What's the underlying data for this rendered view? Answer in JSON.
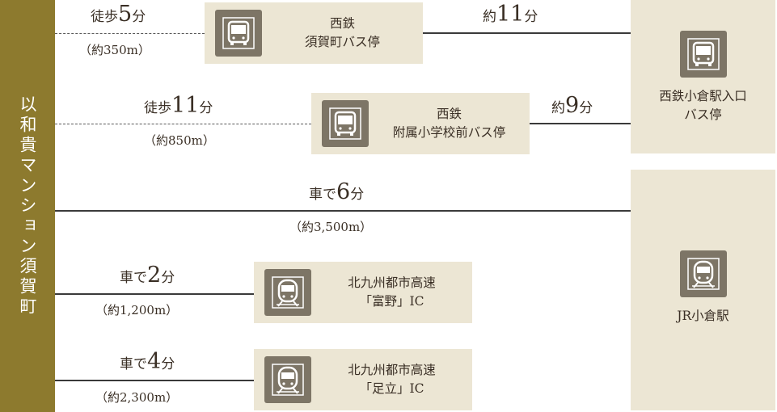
{
  "origin": {
    "label": "以和貴マンション須賀町"
  },
  "icons": {
    "bus": "bus-icon",
    "train": "train-icon"
  },
  "colors": {
    "origin_bg": "#8d7a2e",
    "box_bg": "#ece6d4",
    "icon_bg": "#7d7566",
    "line": "#3a3a3a"
  },
  "routes": {
    "sugamachi": {
      "walk": {
        "pre": "徒歩",
        "num": "5",
        "post": "分"
      },
      "dist": "（約350m）",
      "stop": "西鉄\n須賀町バス停",
      "ride": {
        "pre": "約",
        "num": "11",
        "post": "分"
      }
    },
    "fuzoku": {
      "walk": {
        "pre": "徒歩",
        "num": "11",
        "post": "分"
      },
      "dist": "（約850m）",
      "stop": "西鉄\n附属小学校前バス停",
      "ride": {
        "pre": "約",
        "num": "9",
        "post": "分"
      }
    },
    "car_station": {
      "drive": {
        "pre": "車で",
        "num": "6",
        "post": "分"
      },
      "dist": "（約3,500m）"
    },
    "ic_tomino": {
      "drive": {
        "pre": "車で",
        "num": "2",
        "post": "分"
      },
      "dist": "（約1,200m）",
      "stop": "北九州都市高速\n「富野」IC"
    },
    "ic_adachi": {
      "drive": {
        "pre": "車で",
        "num": "4",
        "post": "分"
      },
      "dist": "（約2,300m）",
      "stop": "北九州都市高速\n「足立」IC"
    }
  },
  "destinations": {
    "bus": "西鉄小倉駅入口\nバス停",
    "jr": "JR小倉駅"
  }
}
